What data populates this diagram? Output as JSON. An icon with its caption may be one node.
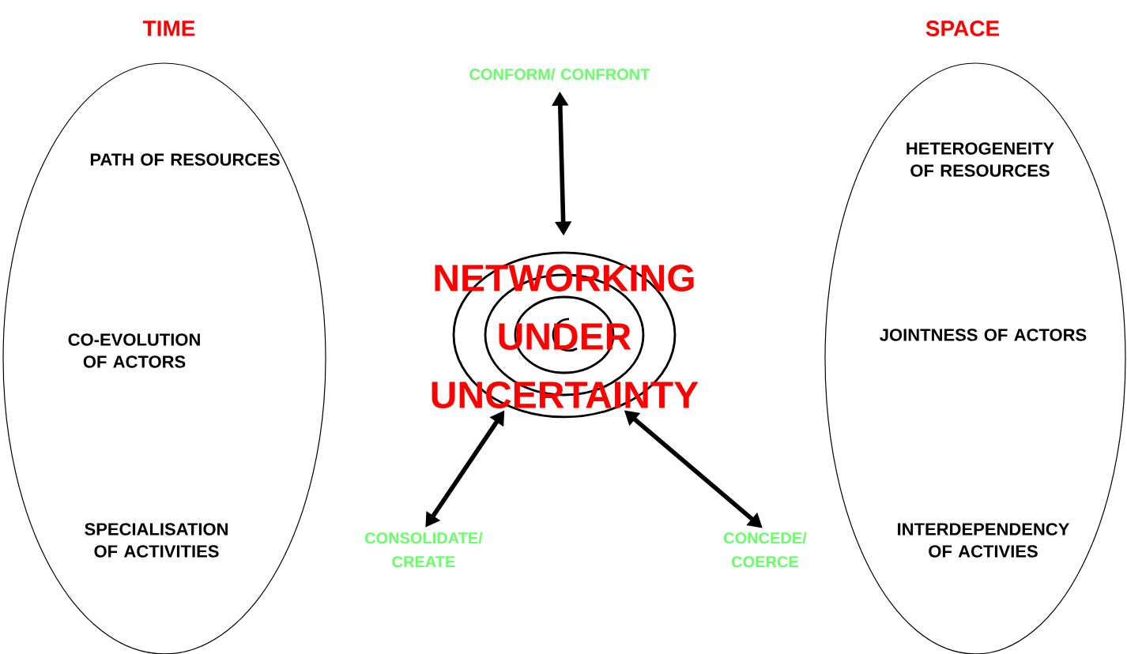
{
  "diagram": {
    "nodes": [
      {
        "text": [
          "TIME",
          "PATH OF RESOURCES",
          "CO-EVOLUTION OF ACTORS",
          "SPECIALISATION OF ACTIVITIES"
        ]
      },
      {
        "text": [
          "CONFORM/ CONFRONT"
        ]
      },
      {
        "text": [
          "NETWORKING UNDER UNCERTAINTY"
        ]
      },
      {
        "text": [
          "CONSOLIDATE/ CREATE"
        ]
      },
      {
        "text": [
          "CONCEDE/ COERCE"
        ]
      },
      {
        "text": [
          "SPACE",
          "HETEROGENEITY OF RESOURCES",
          "JOINTNESS OF ACTORS",
          "INTERDEPENDENCY OF ACTIVIES"
        ]
      }
    ],
    "edges": [
      {
        "from": 2,
        "to": 1,
        "arrow": "both"
      },
      {
        "from": 2,
        "to": 3,
        "arrow": "both"
      },
      {
        "from": 2,
        "to": 4,
        "arrow": "both"
      }
    ]
  }
}
